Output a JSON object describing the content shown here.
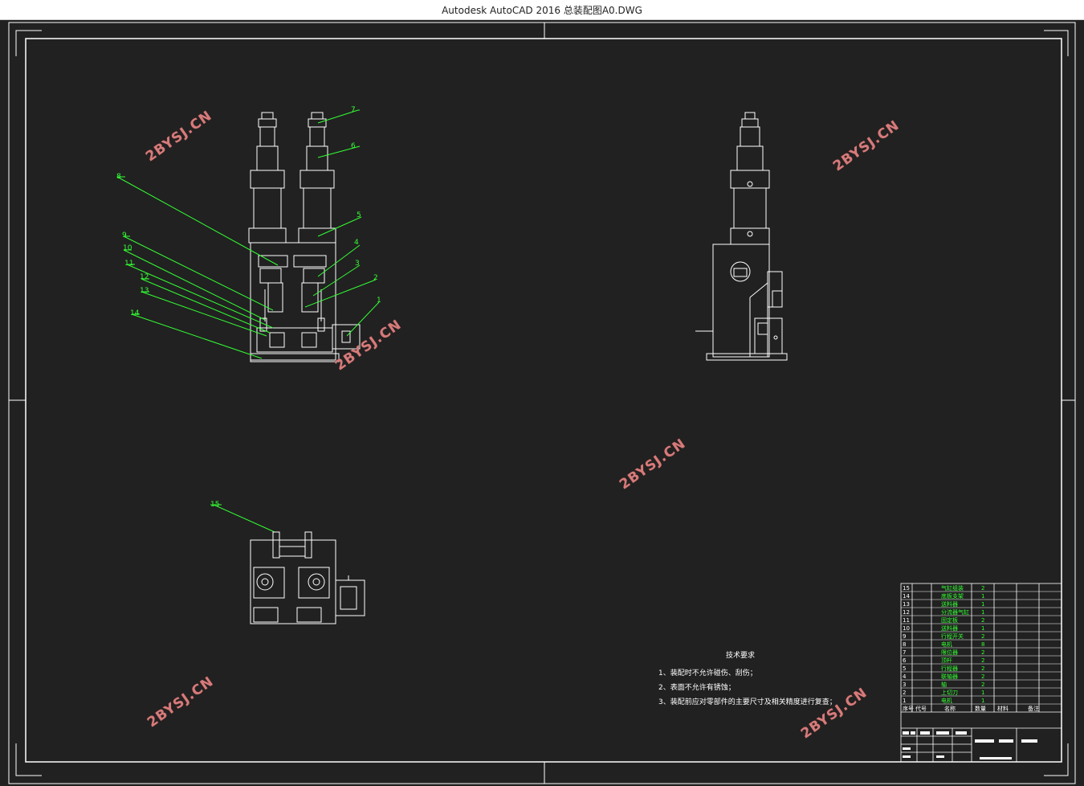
{
  "window": {
    "title": "Autodesk AutoCAD 2016     总装配图A0.DWG"
  },
  "watermark": "2BYSJ.CN",
  "balloons": [
    "1",
    "2",
    "3",
    "4",
    "5",
    "6",
    "7",
    "8",
    "9",
    "10",
    "11",
    "12",
    "13",
    "14",
    "15"
  ],
  "technical_requirements": {
    "heading": "技术要求",
    "items": [
      "1、装配时不允许碰伤、刮伤；",
      "2、表面不允许有锈蚀；",
      "3、装配前应对零部件的主要尺寸及相关精度进行复查；"
    ]
  },
  "bom": {
    "rows": [
      {
        "no": "15",
        "name": "气缸组装",
        "qty": "2"
      },
      {
        "no": "14",
        "name": "底板支架",
        "qty": "1"
      },
      {
        "no": "13",
        "name": "送料器",
        "qty": "1"
      },
      {
        "no": "12",
        "name": "分流器气缸",
        "qty": "1"
      },
      {
        "no": "11",
        "name": "固定板",
        "qty": "2"
      },
      {
        "no": "10",
        "name": "送料器",
        "qty": "1"
      },
      {
        "no": "9",
        "name": "行程开关",
        "qty": "2"
      },
      {
        "no": "8",
        "name": "电机",
        "qty": "8"
      },
      {
        "no": "7",
        "name": "限位器",
        "qty": "2"
      },
      {
        "no": "6",
        "name": "顶杆",
        "qty": "2"
      },
      {
        "no": "5",
        "name": "行程器",
        "qty": "2"
      },
      {
        "no": "4",
        "name": "联轴器",
        "qty": "2"
      },
      {
        "no": "3",
        "name": "轴",
        "qty": "2"
      },
      {
        "no": "2",
        "name": "上切刀",
        "qty": "1"
      },
      {
        "no": "1",
        "name": "电机",
        "qty": "1"
      }
    ],
    "header": [
      "序号",
      "代号",
      "名称",
      "数量",
      "材料",
      "备注"
    ]
  },
  "colors": {
    "background": "#212121",
    "lines": "#ffffff",
    "leaders": "#33ff33",
    "watermark": "#d67b7b"
  }
}
